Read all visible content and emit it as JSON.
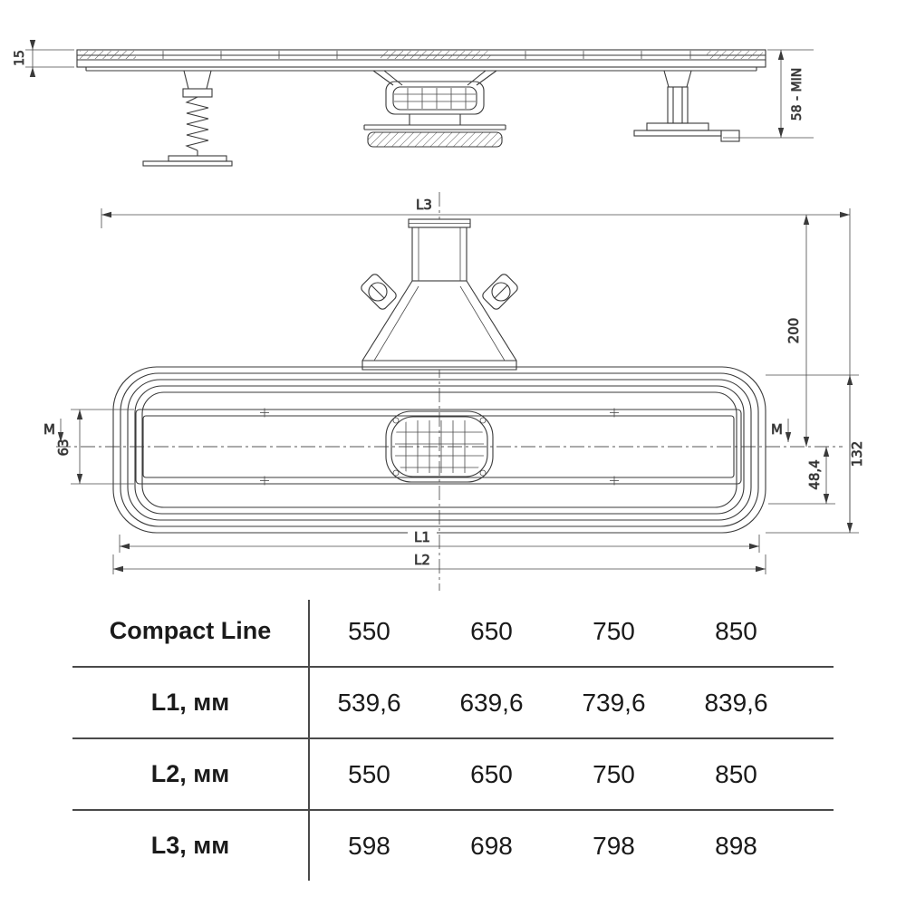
{
  "side_view": {
    "dim_height": "15",
    "dim_min_height": "58 - MIN"
  },
  "plan_view": {
    "dim_l3": "L3",
    "dim_depth": "200",
    "dim_m_left": "M",
    "dim_m_right": "M",
    "dim_inner_width": "63",
    "dim_half_width": "48,4",
    "dim_outer_width": "132",
    "dim_l1": "L1",
    "dim_l2": "L2"
  },
  "table": {
    "header_label": "Compact Line",
    "header_values": [
      "550",
      "650",
      "750",
      "850"
    ],
    "rows": [
      {
        "label": "L1, мм",
        "values": [
          "539,6",
          "639,6",
          "739,6",
          "839,6"
        ]
      },
      {
        "label": "L2, мм",
        "values": [
          "550",
          "650",
          "750",
          "850"
        ]
      },
      {
        "label": "L3, мм",
        "values": [
          "598",
          "698",
          "798",
          "898"
        ]
      }
    ]
  }
}
